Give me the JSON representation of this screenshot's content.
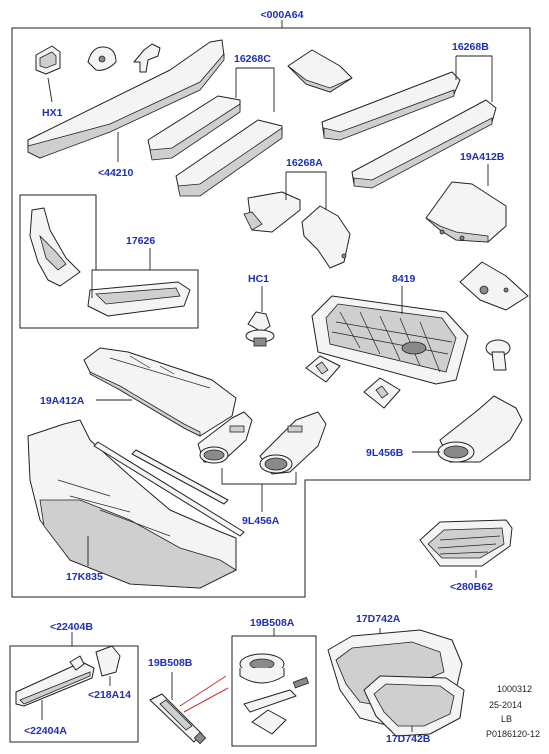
{
  "labels": {
    "main_assembly": "<000A64",
    "hx1": "HX1",
    "spoiler_44210": "<44210",
    "trim_16268C": "16268C",
    "trim_16268B": "16268B",
    "trim_16268A": "16268A",
    "bracket_19A412B": "19A412B",
    "lamp_17626": "17626",
    "clip_HC1": "HC1",
    "grille_8419": "8419",
    "bracket_19A412A": "19A412A",
    "tip_9L456B": "9L456B",
    "tip_9L456A": "9L456A",
    "bumper_17K835": "17K835",
    "vent_280B62": "<280B62",
    "handle_22404B": "<22404B",
    "handle_22404A": "<22404A",
    "cap_218A14": "<218A14",
    "adhesive_19B508B": "19B508B",
    "kit_19B508A": "19B508A",
    "mirror_17D742A": "17D742A",
    "mirror_17D742B": "17D742B"
  },
  "footer": {
    "line1": "1000312",
    "line2": "25-2014",
    "line3": "LB",
    "line4": "P0186120-12"
  },
  "colors": {
    "label": "#1f2fb8",
    "line": "#222222",
    "accent_red": "#d23030"
  }
}
